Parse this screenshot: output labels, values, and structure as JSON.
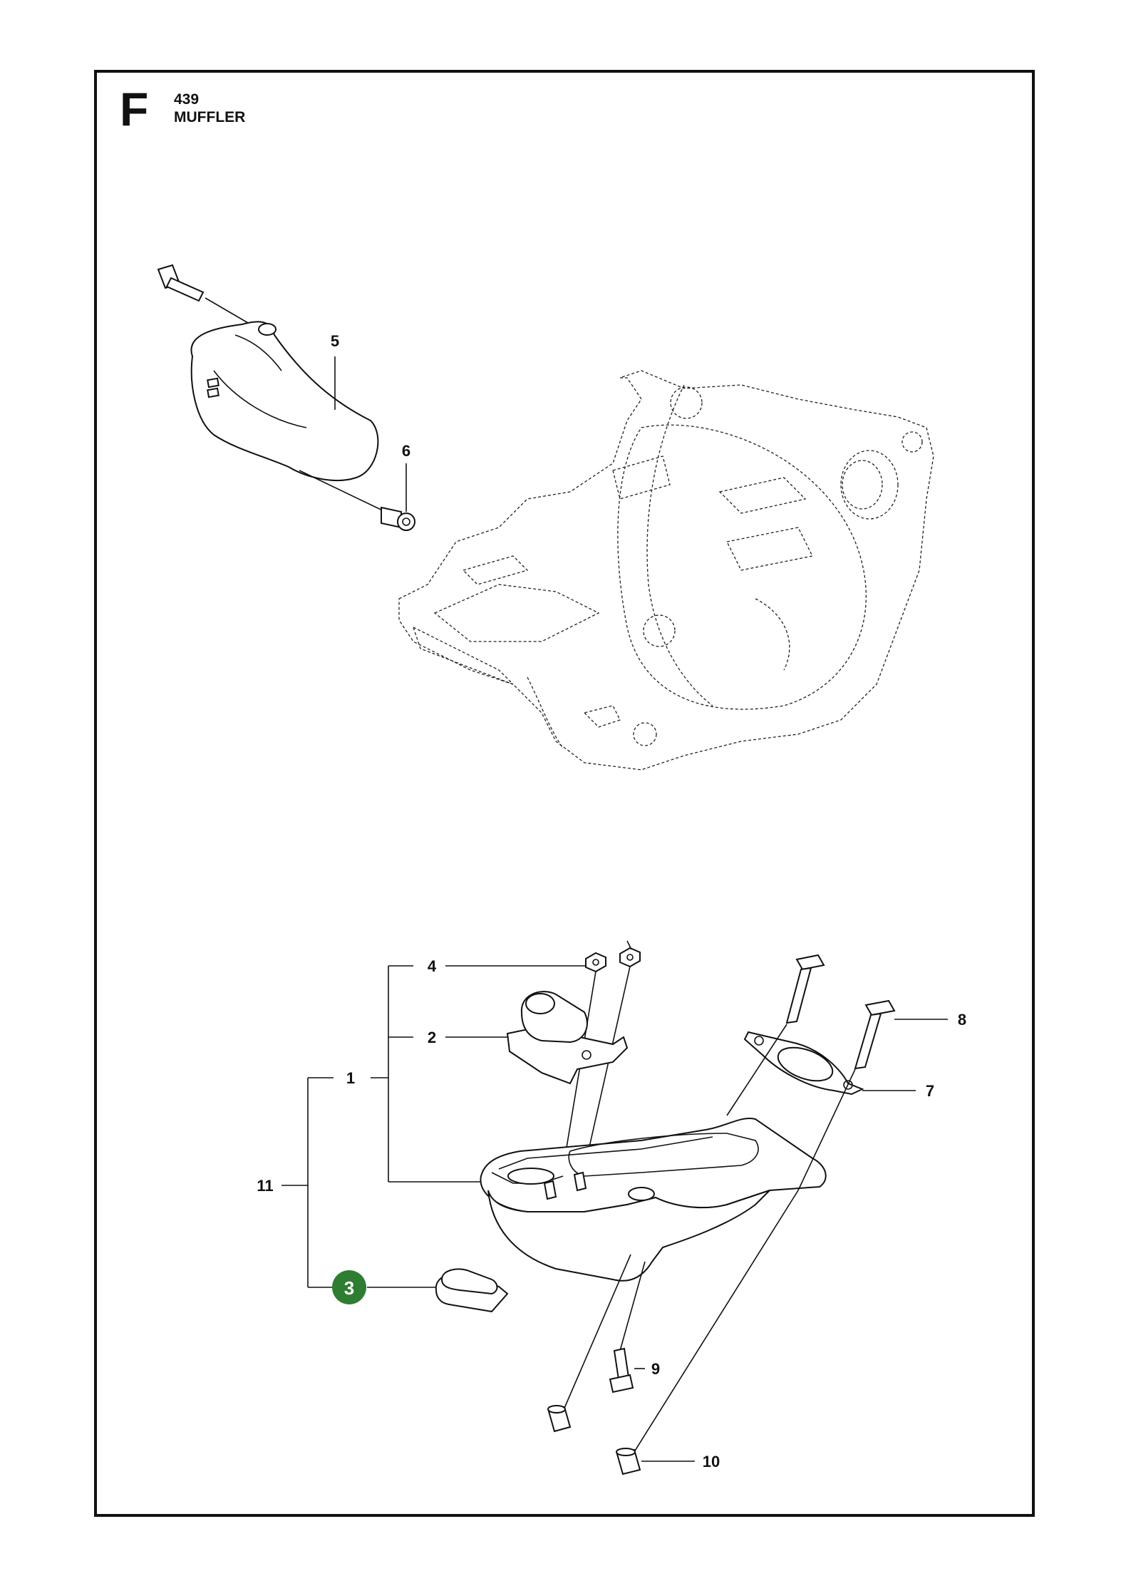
{
  "header": {
    "section_letter": "F",
    "model": "439",
    "title": "MUFFLER"
  },
  "callouts": {
    "c1": "1",
    "c2": "2",
    "c3": "3",
    "c4": "4",
    "c5": "5",
    "c6": "6",
    "c7": "7",
    "c8": "8",
    "c9": "9",
    "c10": "10",
    "c11": "11"
  },
  "highlight": {
    "part": "3",
    "color": "#2e7d32"
  }
}
